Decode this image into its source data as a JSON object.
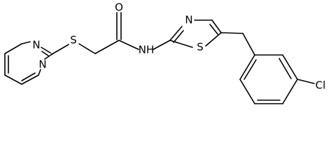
{
  "molecule": {
    "atoms": [
      {
        "id": "n_pyr_top",
        "label": "N"
      },
      {
        "id": "n_pyr_bottom",
        "label": "N"
      },
      {
        "id": "s_thioether",
        "label": "S"
      },
      {
        "id": "o_carbonyl",
        "label": "O"
      },
      {
        "id": "nh_amide",
        "label": "NH"
      },
      {
        "id": "n_thiazole",
        "label": "N"
      },
      {
        "id": "s_thiazole",
        "label": "S"
      },
      {
        "id": "cl",
        "label": "Cl"
      }
    ]
  }
}
